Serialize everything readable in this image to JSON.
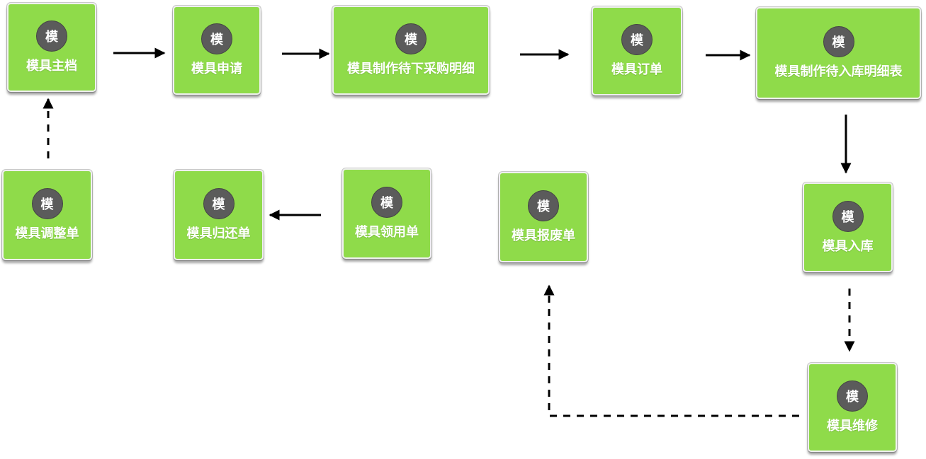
{
  "nodes": [
    {
      "id": "master",
      "badge": "模",
      "label": "模具主档"
    },
    {
      "id": "request",
      "badge": "模",
      "label": "模具申请"
    },
    {
      "id": "purchase",
      "badge": "模",
      "label": "模具制作待下采购明细"
    },
    {
      "id": "order",
      "badge": "模",
      "label": "模具订单"
    },
    {
      "id": "stockdetail",
      "badge": "模",
      "label": "模具制作待入库明细表"
    },
    {
      "id": "adjust",
      "badge": "模",
      "label": "模具调整单"
    },
    {
      "id": "return",
      "badge": "模",
      "label": "模具归还单"
    },
    {
      "id": "issue",
      "badge": "模",
      "label": "模具领用单"
    },
    {
      "id": "scrap",
      "badge": "模",
      "label": "模具报废单"
    },
    {
      "id": "instock",
      "badge": "模",
      "label": "模具入库"
    },
    {
      "id": "repair",
      "badge": "模",
      "label": "模具维修"
    }
  ],
  "edges": [
    {
      "from": "master",
      "to": "request",
      "style": "solid"
    },
    {
      "from": "request",
      "to": "purchase",
      "style": "solid"
    },
    {
      "from": "purchase",
      "to": "order",
      "style": "solid"
    },
    {
      "from": "order",
      "to": "stockdetail",
      "style": "solid"
    },
    {
      "from": "stockdetail",
      "to": "instock",
      "style": "solid"
    },
    {
      "from": "instock",
      "to": "repair",
      "style": "dashed"
    },
    {
      "from": "repair",
      "to": "scrap",
      "style": "dashed"
    },
    {
      "from": "issue",
      "to": "return",
      "style": "solid"
    },
    {
      "from": "adjust",
      "to": "master",
      "style": "dashed"
    }
  ],
  "colors": {
    "node_fill": "#8fdb4a",
    "badge_fill": "#5b5b5b",
    "label_text": "#ffffff",
    "connector": "#000000"
  }
}
